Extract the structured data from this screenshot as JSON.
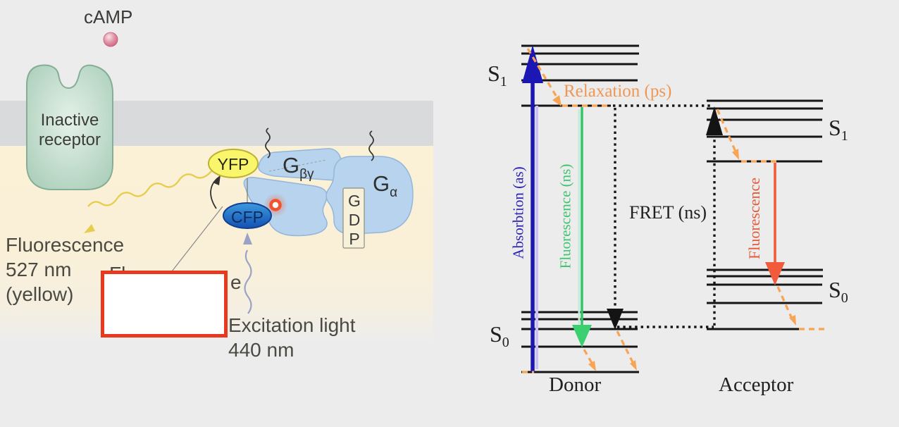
{
  "left_panel": {
    "camp_label": "cAMP",
    "receptor_line1": "Inactive",
    "receptor_line2": "receptor",
    "yfp_label": "YFP",
    "cfp_label": "CFP",
    "g_betagamma_main": "G",
    "g_betagamma_sub": "βγ",
    "g_alpha_main": "G",
    "g_alpha_sub": "α",
    "gdp_letters": [
      "G",
      "D",
      "P"
    ],
    "fluorescence_lines": [
      "Fluorescence",
      "527 nm",
      "(yellow)"
    ],
    "excitation_lines": [
      "Excitation light",
      "440 nm"
    ],
    "covered_fragment_start": "Fl",
    "covered_fragment_end": "e"
  },
  "annotation": {
    "type": "highlight-box",
    "border_color": "#e6391d"
  },
  "jablonski": {
    "donor": {
      "s1_main": "S",
      "s1_sub": "1",
      "s0_main": "S",
      "s0_sub": "0",
      "name": "Donor",
      "absorption_label": "Absorbtion (as)",
      "fluorescence_label": "Fluorescence (ns)"
    },
    "acceptor": {
      "s1_main": "S",
      "s1_sub": "1",
      "s0_main": "S",
      "s0_sub": "0",
      "name": "Acceptor",
      "fluorescence_label": "Fluorescence"
    },
    "relaxation_label": "Relaxation (ps)",
    "fret_label": "FRET (ns)"
  },
  "colors": {
    "absorption_arrow": "#1c16b4",
    "donor_fluorescence_arrow": "#2fc468",
    "acceptor_fluorescence_arrow": "#f15b3b",
    "relaxation_dash": "#f8a455",
    "relaxation_text": "#ee9858",
    "absorption_text": "#2a22b8",
    "donor_fluorescence_text": "#3cc56e",
    "acceptor_fluorescence_text": "#e4593a",
    "membrane_gray": "#d9dadc",
    "cytoplasm_cream": "#fbf1d6",
    "yfp_yellow": "#f9f66c",
    "cfp_blue": "#1f6cc4",
    "gprotein_blue": "#b7d3ee",
    "highlight_red": "#e6391d"
  }
}
